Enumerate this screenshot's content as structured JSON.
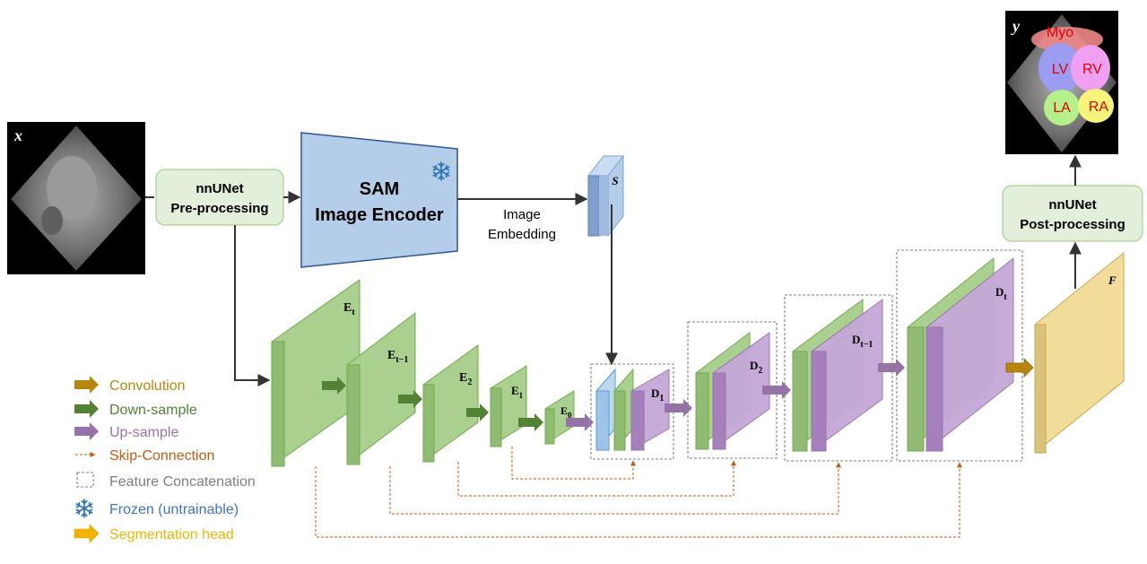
{
  "input": {
    "label": "x"
  },
  "output": {
    "label": "y",
    "regions": [
      "Myo",
      "LV",
      "RV",
      "LA",
      "RA"
    ]
  },
  "preprocess": {
    "line1": "nnUNet",
    "line2": "Pre-processing"
  },
  "postprocess": {
    "line1": "nnUNet",
    "line2": "Post-processing"
  },
  "encoder": {
    "line1": "SAM",
    "line2": "Image Encoder",
    "frozen_icon": "snowflake-icon"
  },
  "embedding": {
    "line1": "Image",
    "line2": "Embedding",
    "symbol": "S"
  },
  "blocks": {
    "e_t": {
      "base": "E",
      "sub": "t"
    },
    "e_t1": {
      "base": "E",
      "sub": "t−1"
    },
    "e_2": {
      "base": "E",
      "sub": "2"
    },
    "e_1": {
      "base": "E",
      "sub": "1"
    },
    "e_0": {
      "base": "E",
      "sub": "0"
    },
    "d_1": {
      "base": "D",
      "sub": "1"
    },
    "d_2": {
      "base": "D",
      "sub": "2"
    },
    "d_t1": {
      "base": "D",
      "sub": "t−1"
    },
    "d_t": {
      "base": "D",
      "sub": "t"
    },
    "f": {
      "base": "F"
    }
  },
  "legend": [
    {
      "label": "Convolution",
      "color": "#b8860b"
    },
    {
      "label": "Down-sample",
      "color": "#548235"
    },
    {
      "label": "Up-sample",
      "color": "#9673a6"
    },
    {
      "label": "Skip-Connection",
      "color": "#c55a11"
    },
    {
      "label": "Feature Concatenation",
      "color": "#7f7f7f"
    },
    {
      "label": "Frozen (untrainable)",
      "color": "#4472c4"
    },
    {
      "label": "Segmentation head",
      "color": "#f0b400"
    }
  ]
}
